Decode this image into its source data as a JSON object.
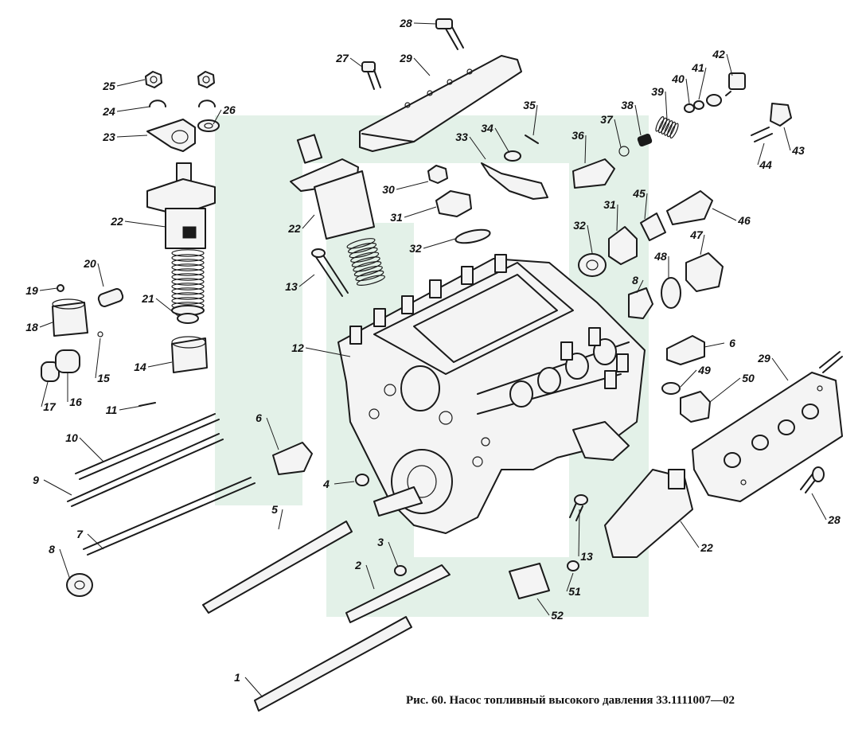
{
  "caption": "Рис. 60. Насос топливный высокого давления 33.1111007—02",
  "watermark_color": "#e3f1e8",
  "callouts": [
    "28",
    "27",
    "29",
    "25",
    "24",
    "26",
    "23",
    "22",
    "22",
    "35",
    "34",
    "33",
    "30",
    "31",
    "32",
    "13",
    "42",
    "41",
    "40",
    "39",
    "38",
    "37",
    "36",
    "44",
    "43",
    "45",
    "46",
    "31",
    "32",
    "47",
    "48",
    "8",
    "20",
    "19",
    "21",
    "18",
    "15",
    "14",
    "17",
    "16",
    "11",
    "12",
    "6",
    "49",
    "50",
    "29",
    "10",
    "9",
    "6",
    "4",
    "7",
    "8",
    "5",
    "3",
    "2",
    "1",
    "13",
    "51",
    "52",
    "22",
    "28"
  ]
}
